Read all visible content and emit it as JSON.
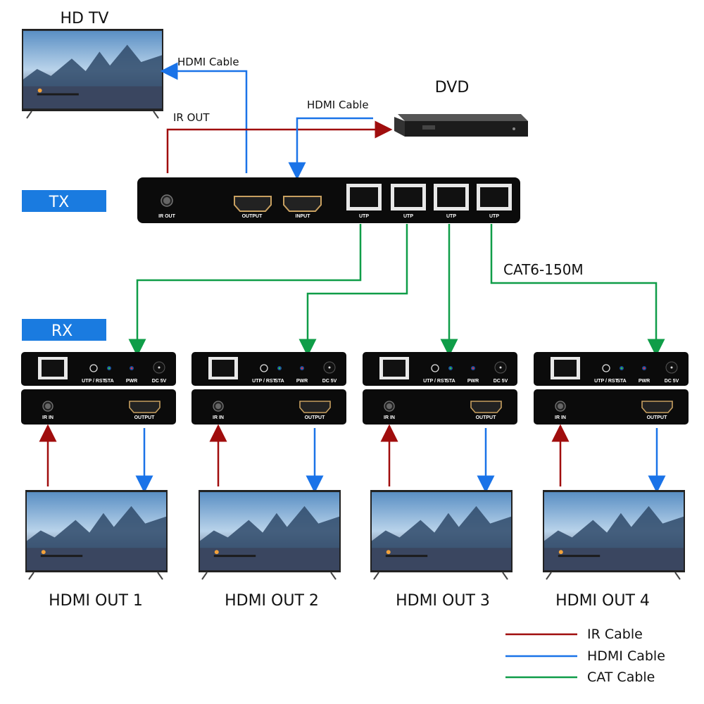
{
  "colors": {
    "ir": "#a00d0d",
    "hdmi": "#1a73e8",
    "cat": "#0f9d48",
    "label_box": "#1a7be0"
  },
  "top": {
    "tv_label": "HD TV",
    "dvd_label": "DVD",
    "hdmi_cable_1": "HDMI Cable",
    "hdmi_cable_2": "HDMI Cable",
    "ir_out": "IR OUT",
    "cat_length": "CAT6-150M"
  },
  "section_labels": {
    "tx": "TX",
    "rx": "RX"
  },
  "tx": {
    "ir_out": "IR OUT",
    "output": "OUTPUT",
    "input": "INPUT",
    "utp": [
      "UTP",
      "UTP",
      "UTP",
      "UTP"
    ]
  },
  "rx": {
    "utp_rst": "UTP / RST",
    "sta": "STA",
    "pwr": "PWR",
    "dc": "DC 5V",
    "ir_in": "IR IN",
    "output": "OUTPUT"
  },
  "outputs": [
    "HDMI OUT 1",
    "HDMI OUT 2",
    "HDMI OUT 3",
    "HDMI OUT 4"
  ],
  "legend": [
    {
      "label": "IR Cable",
      "color": "#a00d0d"
    },
    {
      "label": "HDMI Cable",
      "color": "#1a73e8"
    },
    {
      "label": "CAT Cable",
      "color": "#0f9d48"
    }
  ]
}
